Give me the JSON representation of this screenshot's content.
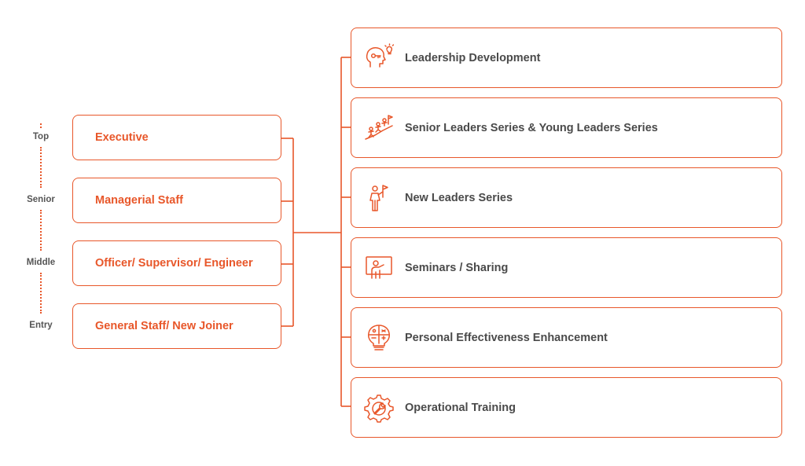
{
  "levels": [
    {
      "label": "Top"
    },
    {
      "label": "Senior"
    },
    {
      "label": "Middle"
    },
    {
      "label": "Entry"
    }
  ],
  "roles": [
    {
      "label": "Executive"
    },
    {
      "label": "Managerial Staff"
    },
    {
      "label": "Officer/ Supervisor/ Engineer"
    },
    {
      "label": "General Staff/ New Joiner"
    }
  ],
  "programs": [
    {
      "label": "Leadership Development",
      "icon": "head-with-key-lightbulb-icon"
    },
    {
      "label": "Senior Leaders Series & Young Leaders Series",
      "icon": "climbing-team-flag-icon"
    },
    {
      "label": "New Leaders Series",
      "icon": "person-holding-flag-icon"
    },
    {
      "label": "Seminars / Sharing",
      "icon": "presenter-at-board-icon"
    },
    {
      "label": "Personal Effectiveness Enhancement",
      "icon": "lightbulb-with-symbols-icon"
    },
    {
      "label": "Operational Training",
      "icon": "gear-with-wrench-icon"
    }
  ],
  "colors": {
    "accent": "#e8572a",
    "text_dark": "#4a4a4a",
    "level_text": "#555555"
  }
}
